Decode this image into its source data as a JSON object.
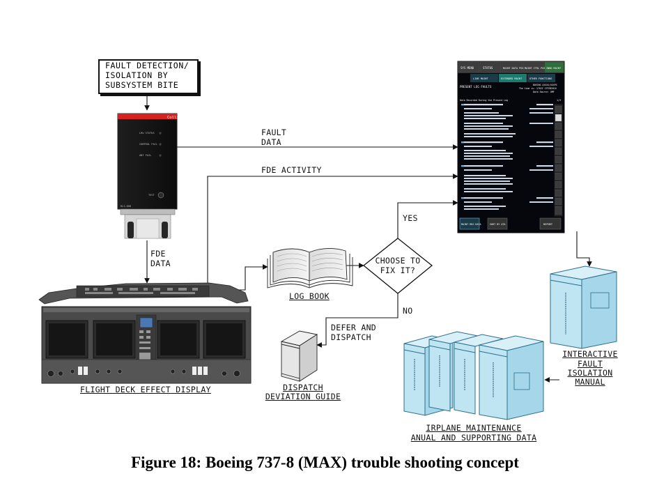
{
  "fdi_box": {
    "line1": "FAULT DETECTION/",
    "line2": "ISOLATION BY",
    "line3": "SUBSYSTEM BITE"
  },
  "arrows": {
    "fault": "FAULT",
    "data": "DATA",
    "fde_activity": "FDE ACTIVITY",
    "fde": "FDE",
    "fde_data": "DATA",
    "yes": "YES",
    "no": "NO",
    "defer": "DEFER AND",
    "dispatch": "DISPATCH"
  },
  "decision": {
    "line1": "CHOOSE TO",
    "line2": "FIX IT?"
  },
  "labels": {
    "log_book": "LOG BOOK",
    "flight_deck": "FLIGHT DECK EFFECT DISPLAY",
    "ddg1": "DISPATCH",
    "ddg2": "DEVIATION GUIDE",
    "amm1": "IRPLANE MAINTENANCE",
    "amm2": "ANUAL AND SUPPORTING DATA",
    "fim1": "INTERACTIVE",
    "fim2": "FAULT",
    "fim3": "ISOLATION",
    "fim4": "MANUAL"
  },
  "lru": {
    "brand": "Collins",
    "items": [
      "LRU STATUS",
      "CONTROL FAIL",
      "ANT FAIL"
    ],
    "test": "TEST",
    "part": "RLS-600"
  },
  "screen": {
    "tabs": [
      "SYS MENU",
      "STATUS",
      "MAINT DATA PGS",
      "MAINT CTRL PGS",
      "INBD MAINT"
    ],
    "subtabs": [
      "LINE MAINT",
      "EXTENDED MAINT",
      "OTHER FUNCTIONS"
    ],
    "title": "PRESENT LEG FAULTS",
    "header_right1": "BOEING XXXXX/XXXPX",
    "header_right2": "The time is: 1702Z 17FEB2016",
    "header_right3": "Data Source: OMF",
    "recorded": "Data Recorded During the Present Leg",
    "page": "1/3",
    "footer_left": "MAINT MSG DATA",
    "footer_mid": "SORT BY ATA",
    "footer_right": "REPORT"
  },
  "caption": "Figure 18: Boeing 737-8 (MAX) trouble shooting concept",
  "colors": {
    "lru_red": "#d8201e",
    "screen_bg": "#05070c",
    "tab_green": "#2e6e3a",
    "tab_teal": "#1c5a6e",
    "manual_blue": "#bfe4f2",
    "manual_edge": "#2a6f8a"
  }
}
